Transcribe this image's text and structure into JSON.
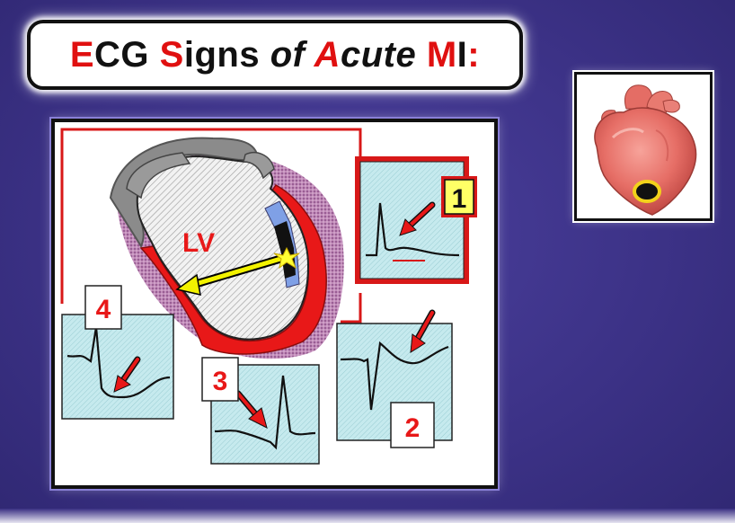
{
  "title": {
    "parts": [
      {
        "text": "E",
        "color": "red",
        "italic": false
      },
      {
        "text": "CG ",
        "color": "black",
        "italic": false
      },
      {
        "text": "S",
        "color": "red",
        "italic": false
      },
      {
        "text": "igns ",
        "color": "black",
        "italic": false
      },
      {
        "text": "of ",
        "color": "black",
        "italic": true
      },
      {
        "text": "A",
        "color": "red",
        "italic": true
      },
      {
        "text": "cute ",
        "color": "black",
        "italic": true
      },
      {
        "text": "M",
        "color": "red",
        "italic": false
      },
      {
        "text": "I",
        "color": "black",
        "italic": false
      },
      {
        "text": ":",
        "color": "red",
        "italic": false
      }
    ]
  },
  "diagram": {
    "ventricle_label": "LV",
    "signs": [
      {
        "number": "1"
      },
      {
        "number": "2"
      },
      {
        "number": "3"
      },
      {
        "number": "4"
      }
    ]
  },
  "colors": {
    "background": "#3b3185",
    "accent_red": "#e01010",
    "ecg_panel": "#bfe6ea",
    "number_box_highlight": "#ffff66"
  }
}
